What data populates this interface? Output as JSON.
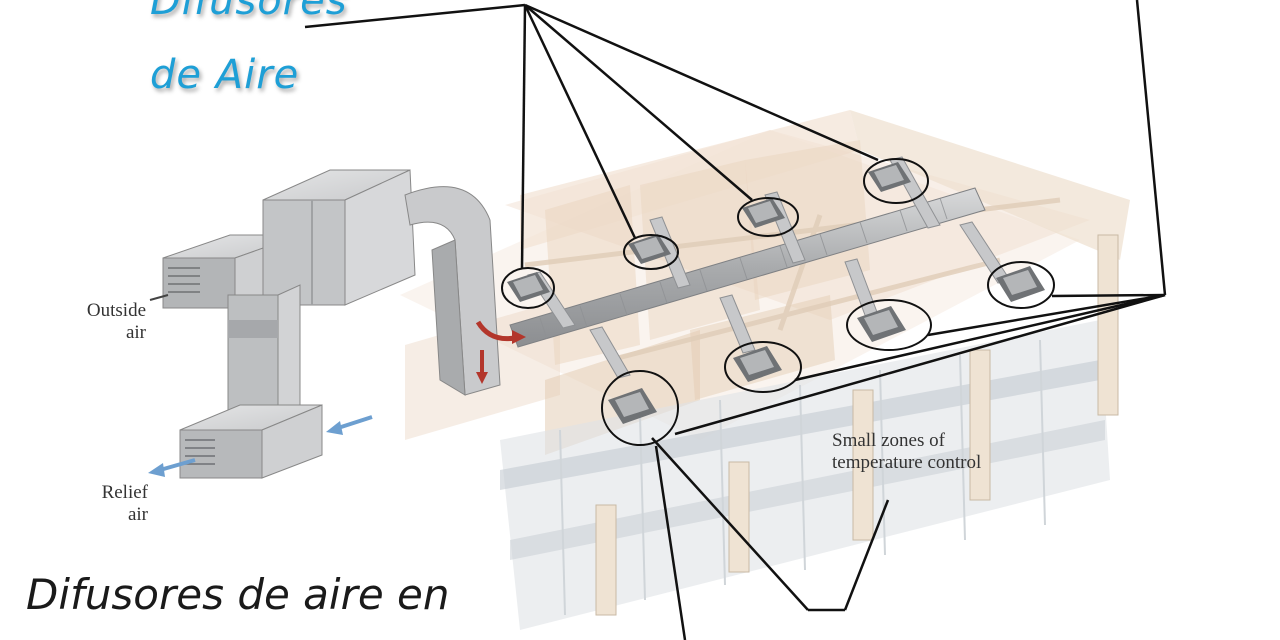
{
  "title": {
    "line1": "Difusores",
    "line2": "de Aire"
  },
  "caption": "Difusores de aire en",
  "labels": {
    "outside_air": [
      "Outside",
      "air"
    ],
    "relief_air": [
      "Relief",
      "air"
    ],
    "zones": [
      "Small zones of",
      "temperature control"
    ]
  },
  "colors": {
    "title": "#1e9fd6",
    "duct": "#b9bbbe",
    "room_tint": "#f1dcc9",
    "arrow_red": "#b3362b",
    "arrow_blue": "#6d9fd0"
  },
  "diffusers": [
    {
      "name": "diffuser-1"
    },
    {
      "name": "diffuser-2"
    },
    {
      "name": "diffuser-3"
    },
    {
      "name": "diffuser-4"
    },
    {
      "name": "diffuser-5"
    },
    {
      "name": "diffuser-6"
    },
    {
      "name": "diffuser-7"
    },
    {
      "name": "diffuser-8"
    }
  ]
}
